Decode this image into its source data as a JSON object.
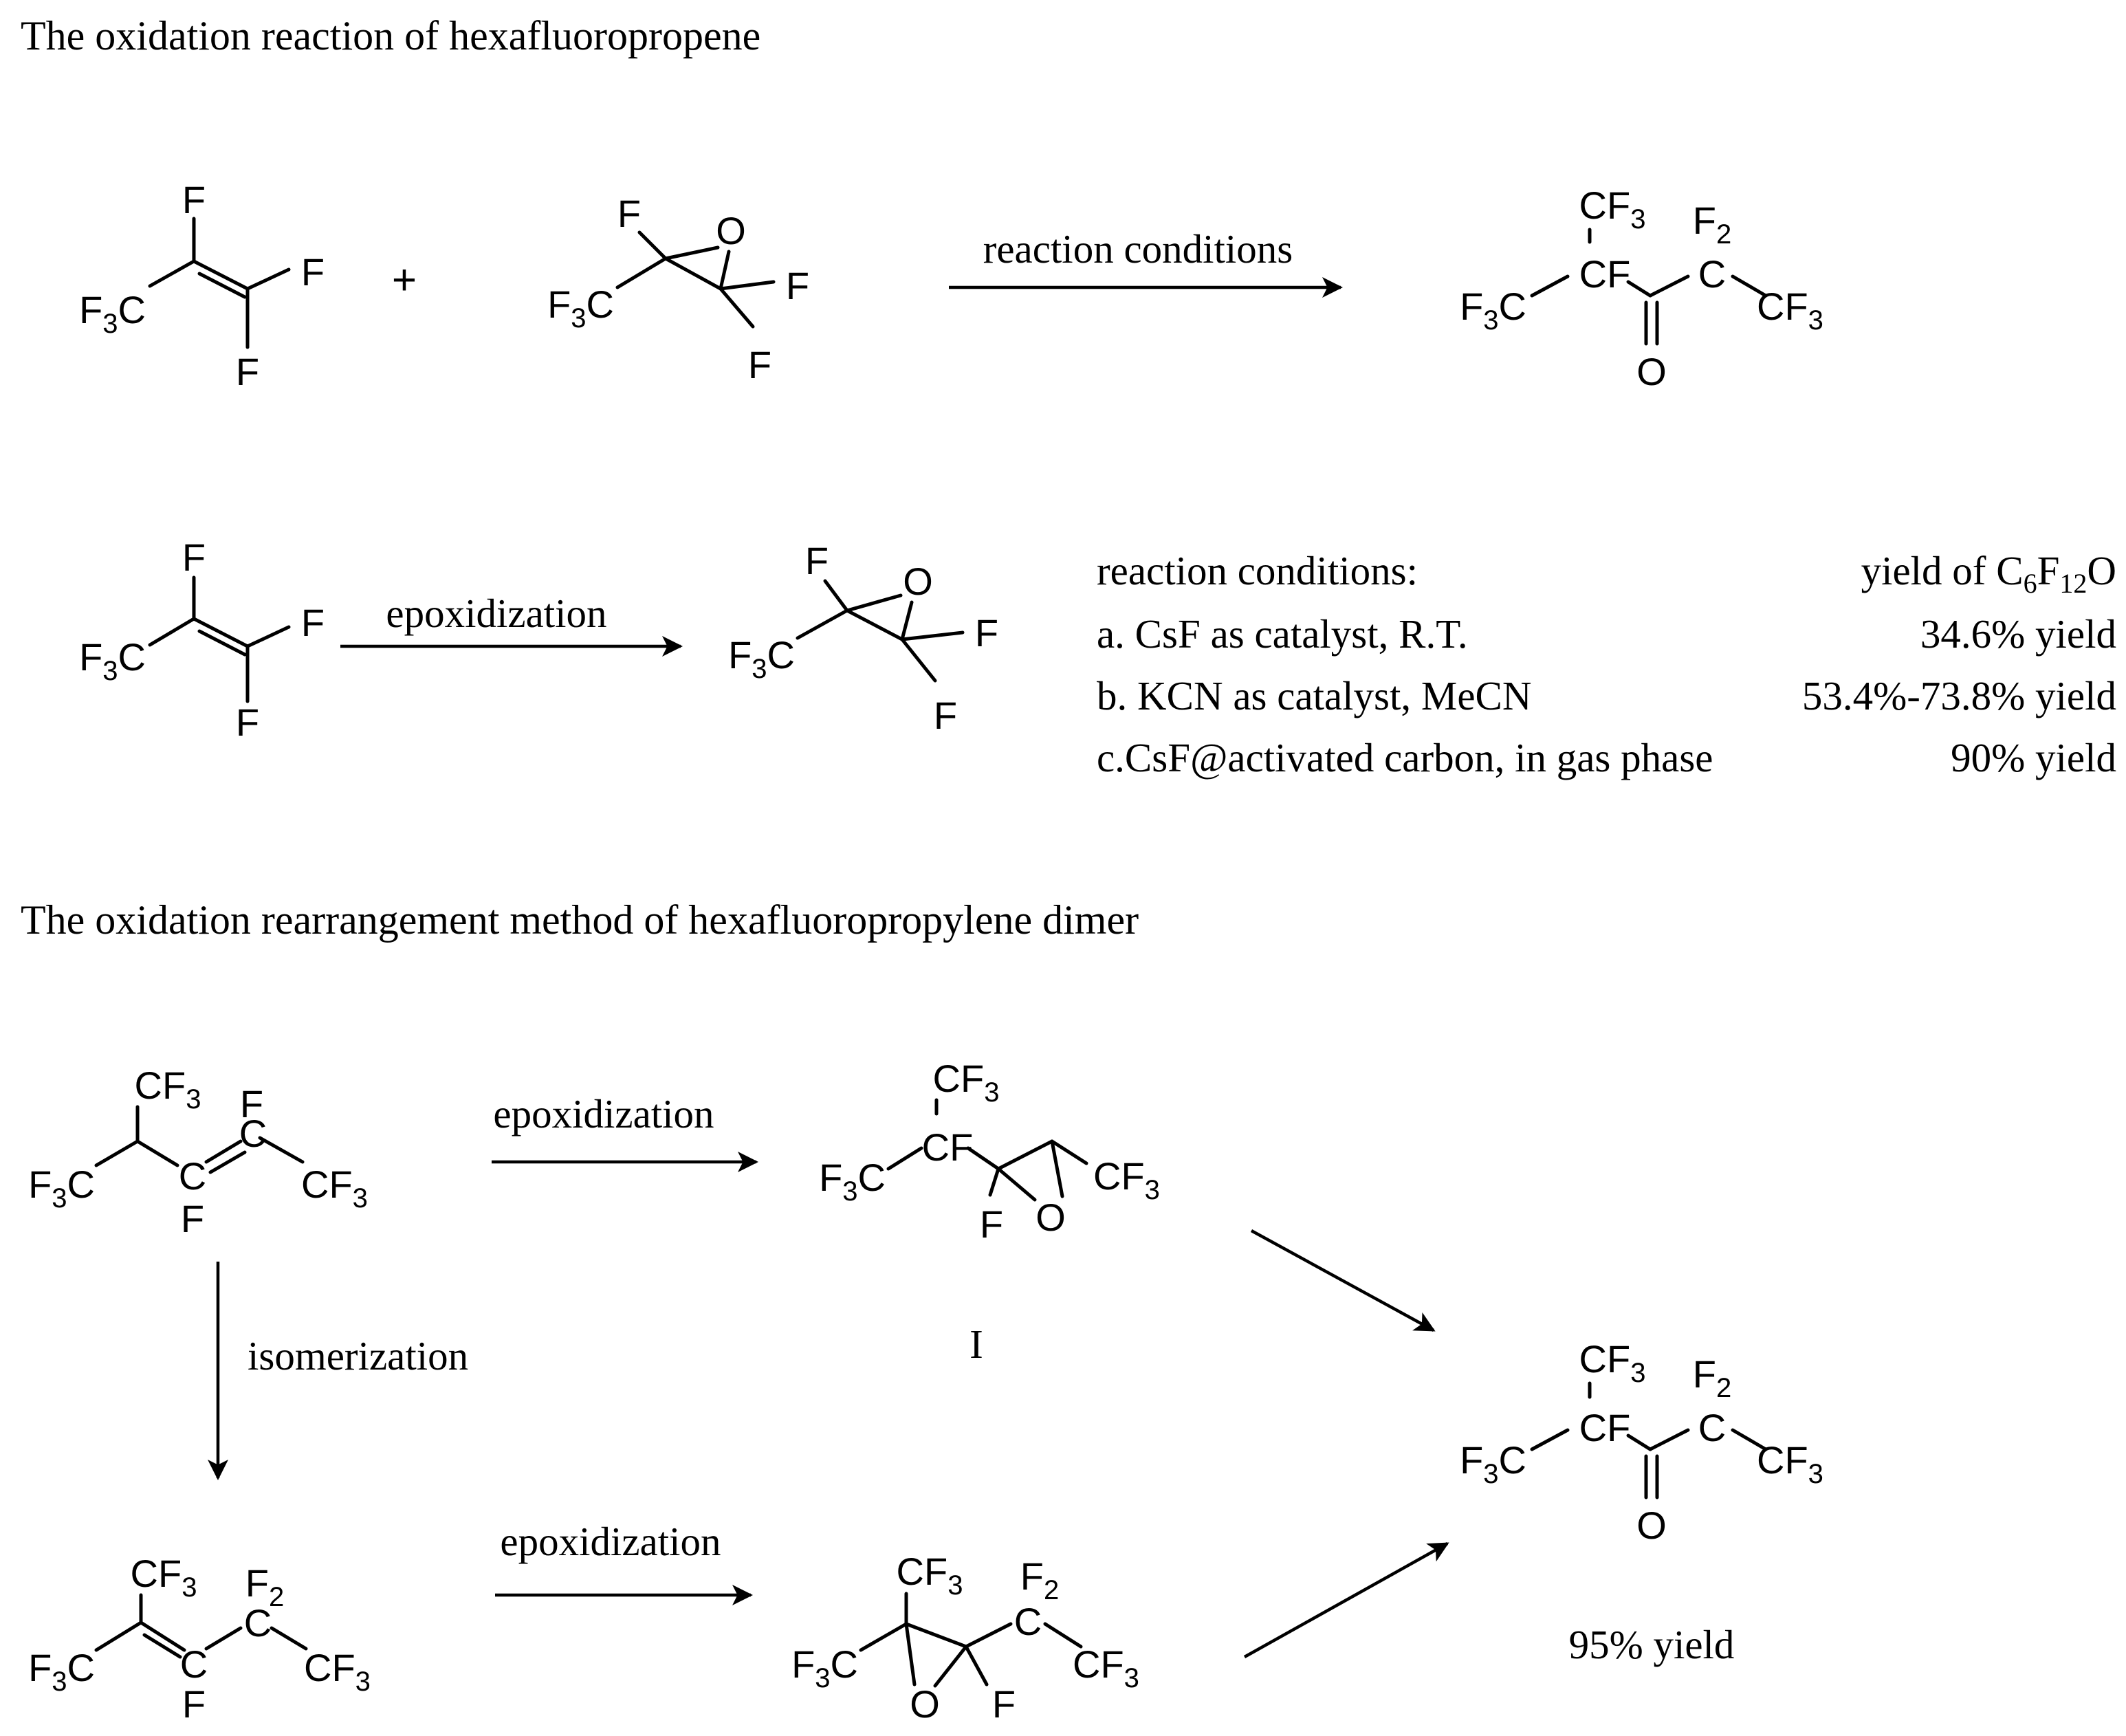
{
  "section1": {
    "title": "The oxidation reaction of hexafluoropropene",
    "plus": "+",
    "arrow_label": "reaction conditions"
  },
  "epoxidation": {
    "arrow_label": "epoxidization"
  },
  "conditions": {
    "header_left": "reaction conditions:",
    "header_right_prefix": "yield of C",
    "header_right_sub1": "6",
    "header_right_mid": "F",
    "header_right_sub2": "12",
    "header_right_suffix": "O",
    "rows": [
      {
        "label": "a. CsF as catalyst, R.T.",
        "yield": "34.6% yield"
      },
      {
        "label": "b. KCN as catalyst, MeCN",
        "yield": "53.4%-73.8% yield"
      },
      {
        "label": "c.CsF@activated carbon, in gas phase",
        "yield": "90% yield"
      }
    ]
  },
  "section2": {
    "title": "The oxidation rearrangement method of hexafluoropropylene dimer",
    "arrow_top_label": "epoxidization",
    "arrow_bottom_label": "epoxidization",
    "arrow_down_label": "isomerization",
    "intermediate_label": "I",
    "product_yield": "95% yield"
  },
  "atoms": {
    "F": "F",
    "O": "O",
    "C": "C",
    "CF": "CF",
    "F3C_F": "F",
    "F3C_sub": "3",
    "F3C_C": "C",
    "CF3_CF": "CF",
    "CF3_sub": "3",
    "F2_F": "F",
    "F2_sub": "2"
  }
}
